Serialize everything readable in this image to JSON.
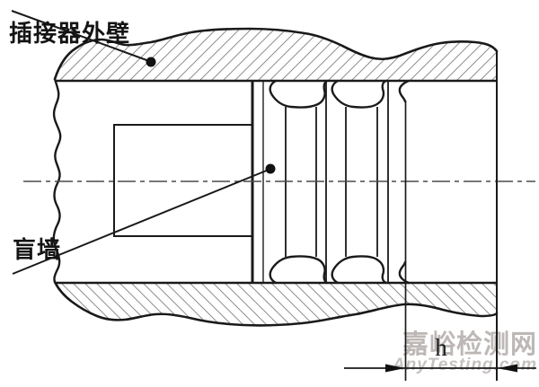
{
  "diagram": {
    "title_hint": "connector cross-section",
    "label_outer_wall": "插接器外壁",
    "label_blind_wall": "盲墙",
    "dimension_label": "h"
  },
  "watermark": {
    "site_name": "嘉峪检测网",
    "site_url": "AnyTesting.com"
  },
  "colors": {
    "background": "#ffffff",
    "line": "#1a1a1a",
    "hatch": "#8f8f8f",
    "centerline": "#4a4a4a",
    "watermark_cn": "#bdb8b6",
    "watermark_en": "#c6c2c0"
  }
}
